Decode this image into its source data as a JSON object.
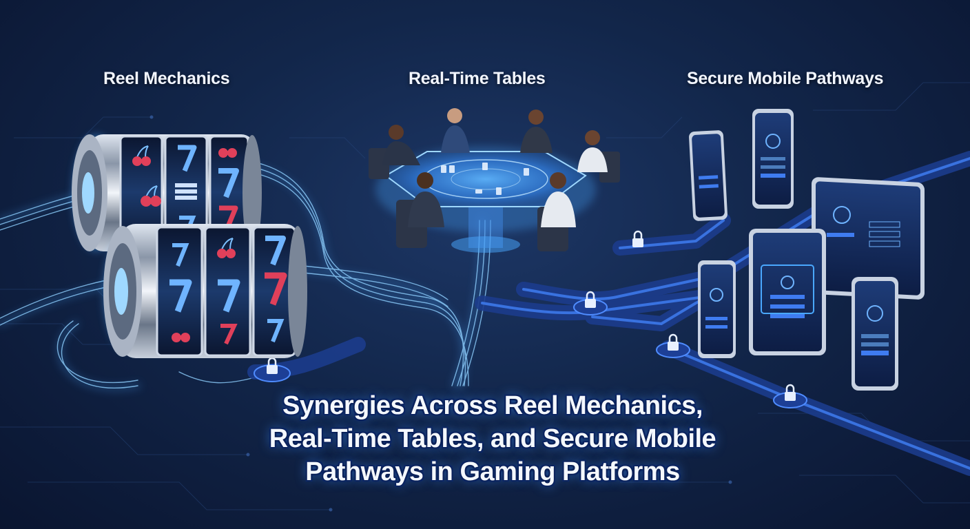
{
  "sections": {
    "reel": "Reel Mechanics",
    "tables": "Real-Time Tables",
    "mobile": "Secure Mobile Pathways"
  },
  "headline": {
    "line1": "Synergies Across Reel Mechanics,",
    "line2": "Real-Time Tables, and Secure Mobile",
    "line3": "Pathways in Gaming Platforms"
  },
  "colors": {
    "background": "#12264a",
    "glow": "#4aa8ff",
    "headline_text": "#f4f8ff",
    "symbol_red": "#e0405a",
    "symbol_blue": "#6fb4ff"
  },
  "icons": [
    "lock-icon",
    "cherry-icon",
    "seven-icon",
    "bar-icon"
  ]
}
